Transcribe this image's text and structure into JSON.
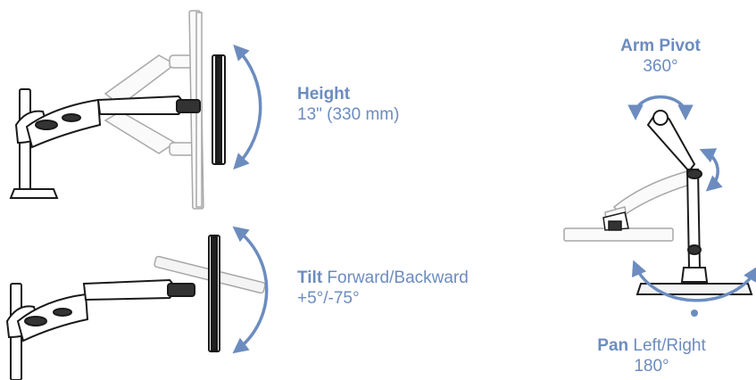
{
  "height_label": {
    "title": "Height",
    "value": "13\" (330 mm)"
  },
  "tilt_label": {
    "title": "Tilt",
    "suffix": " Forward/Backward",
    "value": "+5°/-75°"
  },
  "pivot_label": {
    "title": "Arm Pivot",
    "value": "360°"
  },
  "pan_label": {
    "title": "Pan",
    "suffix": " Left/Right",
    "value": "180°"
  },
  "colors": {
    "accent": "#6c8cbf",
    "line": "#1a1a1a",
    "ghost": "#9a9a9a"
  }
}
